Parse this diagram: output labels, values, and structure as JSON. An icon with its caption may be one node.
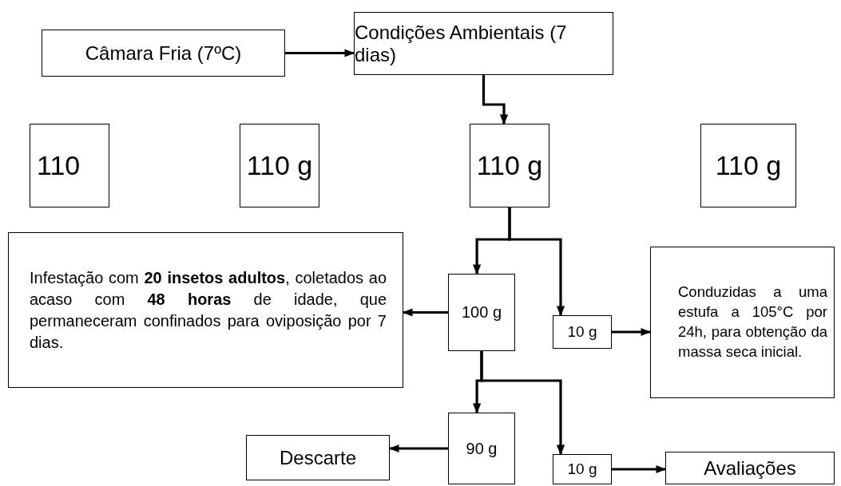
{
  "diagram": {
    "nodes": [
      {
        "text": [
          "Câmara Fria (7ºC)"
        ]
      },
      {
        "text": [
          "Condições Ambientais (7 dias)"
        ]
      },
      {
        "text": [
          "110"
        ]
      },
      {
        "text": [
          "110 g"
        ]
      },
      {
        "text": [
          "110 g"
        ]
      },
      {
        "text": [
          "110 g"
        ]
      },
      {
        "text": [
          "Infestação com **20 insetos adultos**, coletados ao acaso com **48 horas** de idade, que permaneceram confinados para oviposição por 7 dias."
        ]
      },
      {
        "text": [
          "100 g"
        ]
      },
      {
        "text": [
          "10 g"
        ]
      },
      {
        "text": [
          "Conduzidas a uma estufa a 105°C por 24h, para obtenção da massa seca inicial."
        ]
      },
      {
        "text": [
          "Descarte"
        ]
      },
      {
        "text": [
          "90 g"
        ]
      },
      {
        "text": [
          "10 g"
        ]
      },
      {
        "text": [
          "Avaliações"
        ]
      }
    ],
    "edges": [
      {
        "from": 0,
        "to": 1,
        "arrow": "to"
      },
      {
        "from": 1,
        "to": 4,
        "arrow": "to"
      },
      {
        "from": 4,
        "to": 7,
        "arrow": "to"
      },
      {
        "from": 4,
        "to": 8,
        "arrow": "to"
      },
      {
        "from": 7,
        "to": 6,
        "arrow": "to"
      },
      {
        "from": 8,
        "to": 9,
        "arrow": "to"
      },
      {
        "from": 7,
        "to": 11,
        "arrow": "to"
      },
      {
        "from": 7,
        "to": 12,
        "arrow": "to"
      },
      {
        "from": 11,
        "to": 10,
        "arrow": "to"
      },
      {
        "from": 12,
        "to": 13,
        "arrow": "to"
      }
    ]
  }
}
